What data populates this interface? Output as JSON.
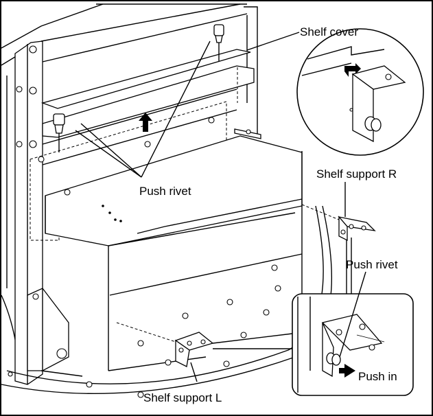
{
  "labels": {
    "shelf_cover": "Shelf cover",
    "push_rivet_top": "Push rivet",
    "shelf_support_r": "Shelf support R",
    "push_rivet_detail": "Push rivet",
    "push_in": "Push in",
    "shelf_support_l": "Shelf support L"
  },
  "colors": {
    "line": "#000000",
    "background": "#ffffff"
  },
  "icons": [
    "up-arrow-icon",
    "push-in-arrow-icon",
    "removal-arrow-icon"
  ]
}
